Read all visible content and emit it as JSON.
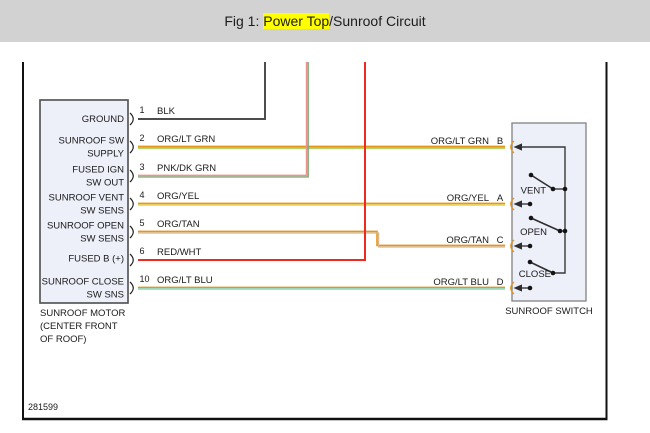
{
  "header": {
    "prefix": "Fig 1: ",
    "highlight": "Power Top",
    "suffix": "/Sunroof Circuit"
  },
  "diagram_code": "281599",
  "colors": {
    "blk": "#4d4d4d",
    "org": "#e89417",
    "lt_grn": "#97c93d",
    "pnk": "#f0908f",
    "dk_grn": "#71ab71",
    "yel": "#e9d04b",
    "tan": "#d8b88e",
    "red": "#ee2a20",
    "lt_blu": "#7edcc3",
    "header_bg": "#d2d2d2",
    "highlight_bg": "#ffff00",
    "box_fill": "#edeff9"
  },
  "motor": {
    "caption_lines": [
      "SUNROOF MOTOR",
      "(CENTER FRONT",
      "OF ROOF)"
    ],
    "pins": [
      {
        "num": "1",
        "label1": "GROUND",
        "wire": "BLK"
      },
      {
        "num": "2",
        "label1": "SUNROOF SW",
        "label2": "SUPPLY",
        "wire": "ORG/LT GRN"
      },
      {
        "num": "3",
        "label1": "FUSED IGN",
        "label2": "SW OUT",
        "wire": "PNK/DK GRN"
      },
      {
        "num": "4",
        "label1": "SUNROOF VENT",
        "label2": "SW SENS",
        "wire": "ORG/YEL"
      },
      {
        "num": "5",
        "label1": "SUNROOF OPEN",
        "label2": "SW SENS",
        "wire": "ORG/TAN"
      },
      {
        "num": "6",
        "label1": "FUSED B (+)",
        "wire": "RED/WHT"
      },
      {
        "num": "10",
        "label1": "SUNROOF CLOSE",
        "label2": "SW SNS",
        "wire": "ORG/LT BLU"
      }
    ]
  },
  "switch": {
    "caption": "SUNROOF SWITCH",
    "pins": [
      {
        "letter": "B",
        "wire": "ORG/LT GRN"
      },
      {
        "letter": "A",
        "wire": "ORG/YEL"
      },
      {
        "letter": "C",
        "wire": "ORG/TAN"
      },
      {
        "letter": "D",
        "wire": "ORG/LT BLU"
      }
    ],
    "positions": [
      {
        "label": "VENT"
      },
      {
        "label": "OPEN"
      },
      {
        "label": "CLOSE"
      }
    ]
  }
}
